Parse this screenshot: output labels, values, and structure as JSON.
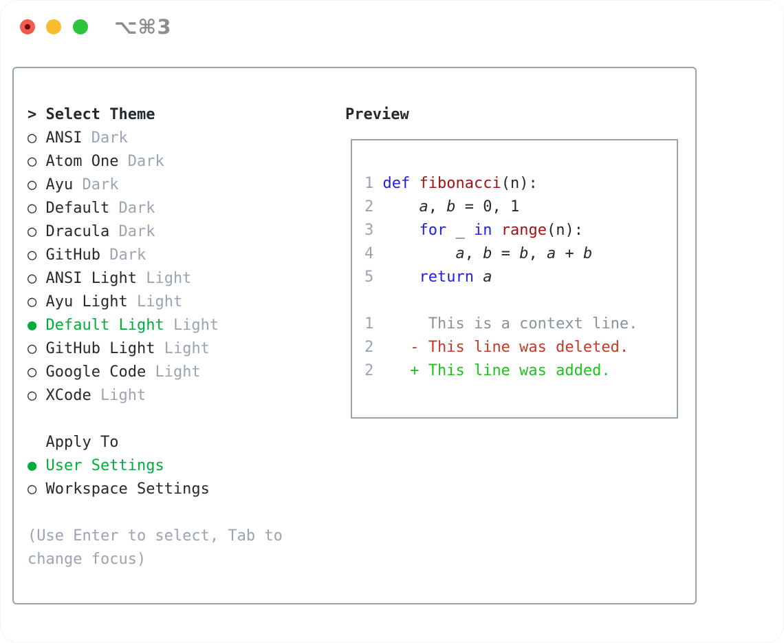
{
  "titlebar": {
    "shortcut": "⌥⌘3"
  },
  "colors": {
    "c-text": "#24292e",
    "c-gray": "#9aa4b3",
    "c-gray2": "#8a939b",
    "c-green": "#00ad3a",
    "c-green-add": "#20c020",
    "c-red-del": "#c33b26",
    "c-kw": "#2020e8",
    "c-fn": "#a31111",
    "c-num": "#9aa4b3",
    "c-border": "#99a3af",
    "c-shortcut": "#8d8d8d"
  },
  "theme_panel": {
    "title_marker": ">",
    "title": "Select Theme",
    "markers": {
      "selected": "●",
      "unselected": "○"
    },
    "items": [
      {
        "name": "ANSI",
        "variant": "Dark",
        "selected": false
      },
      {
        "name": "Atom One",
        "variant": "Dark",
        "selected": false
      },
      {
        "name": "Ayu",
        "variant": "Dark",
        "selected": false
      },
      {
        "name": "Default",
        "variant": "Dark",
        "selected": false
      },
      {
        "name": "Dracula",
        "variant": "Dark",
        "selected": false
      },
      {
        "name": "GitHub",
        "variant": "Dark",
        "selected": false
      },
      {
        "name": "ANSI Light",
        "variant": "Light",
        "selected": false
      },
      {
        "name": "Ayu Light",
        "variant": "Light",
        "selected": false
      },
      {
        "name": "Default Light",
        "variant": "Light",
        "selected": true
      },
      {
        "name": "GitHub Light",
        "variant": "Light",
        "selected": false
      },
      {
        "name": "Google Code",
        "variant": "Light",
        "selected": false
      },
      {
        "name": "XCode",
        "variant": "Light",
        "selected": false
      }
    ],
    "apply_to": {
      "title": "Apply To",
      "pad": "  ",
      "options": [
        {
          "name": "User Settings",
          "selected": true
        },
        {
          "name": "Workspace Settings",
          "selected": false
        }
      ]
    },
    "hint_lines": [
      "(Use Enter to select, Tab to",
      "change focus)"
    ]
  },
  "preview": {
    "title": "Preview",
    "code_lines": [
      {
        "num": "1",
        "tokens": [
          [
            "kw",
            "def"
          ],
          [
            "pl",
            " "
          ],
          [
            "fn",
            "fibonacci"
          ],
          [
            "pl",
            "(n):"
          ]
        ]
      },
      {
        "num": "2",
        "tokens": [
          [
            "pl",
            "    "
          ],
          [
            "var",
            "a"
          ],
          [
            "pl",
            ", "
          ],
          [
            "var",
            "b"
          ],
          [
            "pl",
            " = 0, 1"
          ]
        ]
      },
      {
        "num": "3",
        "tokens": [
          [
            "pl",
            "    "
          ],
          [
            "kw",
            "for"
          ],
          [
            "pl",
            " _ "
          ],
          [
            "kw",
            "in"
          ],
          [
            "pl",
            " "
          ],
          [
            "fn",
            "range"
          ],
          [
            "pl",
            "(n):"
          ]
        ]
      },
      {
        "num": "4",
        "tokens": [
          [
            "pl",
            "        "
          ],
          [
            "var",
            "a"
          ],
          [
            "pl",
            ", "
          ],
          [
            "var",
            "b"
          ],
          [
            "pl",
            " = "
          ],
          [
            "var",
            "b"
          ],
          [
            "pl",
            ", "
          ],
          [
            "var",
            "a"
          ],
          [
            "pl",
            " + "
          ],
          [
            "var",
            "b"
          ]
        ]
      },
      {
        "num": "5",
        "tokens": [
          [
            "pl",
            "    "
          ],
          [
            "kw",
            "return"
          ],
          [
            "pl",
            " "
          ],
          [
            "var",
            "a"
          ]
        ]
      }
    ],
    "diff_lines": [
      {
        "num": "1",
        "type": "context",
        "text": "     This is a context line."
      },
      {
        "num": "2",
        "type": "deleted",
        "text": "   - This line was deleted."
      },
      {
        "num": "2",
        "type": "added",
        "text": "   + This line was added."
      }
    ]
  }
}
